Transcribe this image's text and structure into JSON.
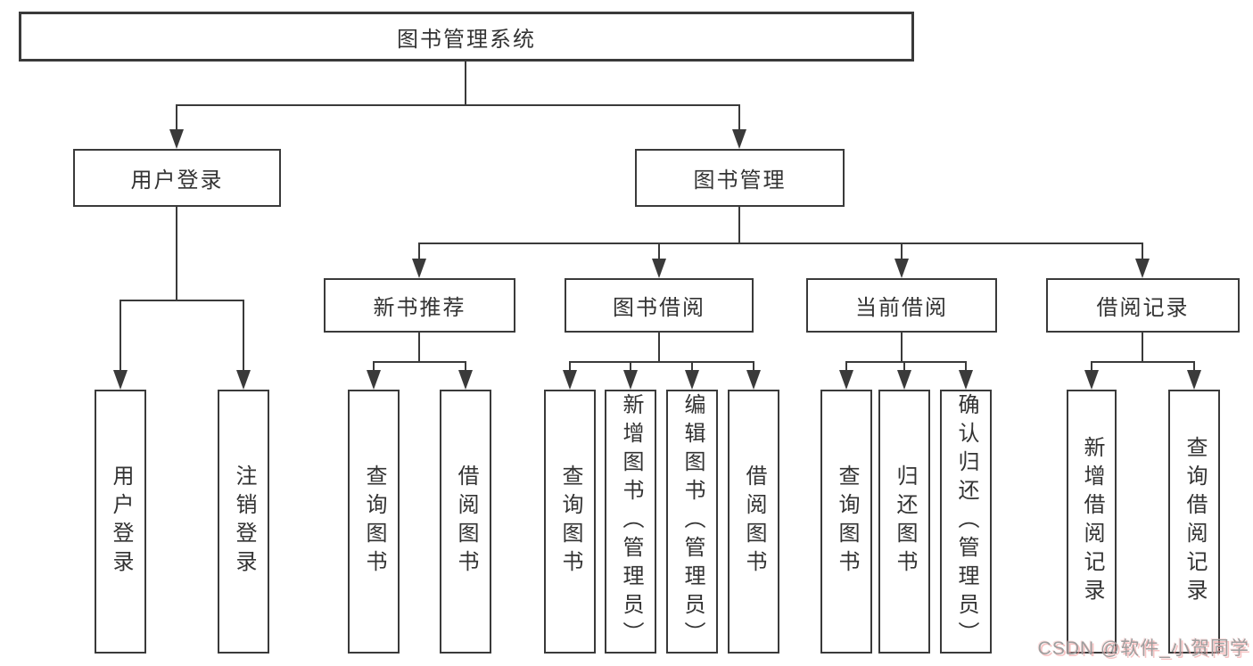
{
  "diagram": {
    "root": {
      "label": "图书管理系统"
    },
    "level2": [
      {
        "label": "用户登录"
      },
      {
        "label": "图书管理"
      }
    ],
    "level3": [
      {
        "label": "新书推荐"
      },
      {
        "label": "图书借阅"
      },
      {
        "label": "当前借阅"
      },
      {
        "label": "借阅记录"
      }
    ],
    "leaves": [
      {
        "label": "用户登录"
      },
      {
        "label": "注销登录"
      },
      {
        "label": "查询图书"
      },
      {
        "label": "借阅图书"
      },
      {
        "label": "查询图书"
      },
      {
        "label": "新增图书（管理员）"
      },
      {
        "label": "编辑图书（管理员）"
      },
      {
        "label": "借阅图书"
      },
      {
        "label": "查询图书"
      },
      {
        "label": "归还图书"
      },
      {
        "label": "确认归还（管理员）"
      },
      {
        "label": "新增借阅记录"
      },
      {
        "label": "查询借阅记录"
      }
    ]
  },
  "watermark": {
    "text": "CSDN @软件_小贺同学"
  },
  "colors": {
    "line": "#3a3a3a",
    "text": "#333333",
    "background": "#ffffff",
    "watermark_text": "#9e9e9e",
    "watermark_shadow": "#f3a5a5"
  }
}
